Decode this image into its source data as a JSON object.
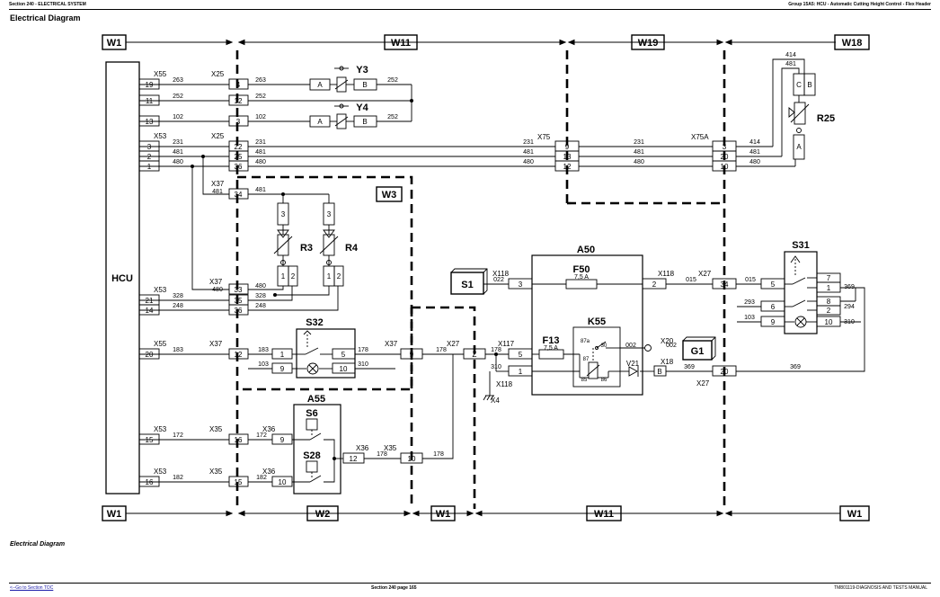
{
  "header": {
    "left": "Section 240 - ELECTRICAL SYSTEM",
    "right": "Group 15A5: HCU - Automatic Cutting Height Control - Flex Header"
  },
  "title": "Electrical Diagram",
  "caption": "Electrical Diagram",
  "footer": {
    "toc_link": "<--Go to Section TOC",
    "page": "Section 240 page 165",
    "manual": "TM801119-DIAGNOSIS AND TESTS MANUAL"
  },
  "harness_top": [
    "W1",
    "W11",
    "W19",
    "W18"
  ],
  "harness_bottom": [
    "W1",
    "W2",
    "W1",
    "W11",
    "W1"
  ],
  "harness_w3": "W3",
  "components": {
    "hcu": "HCU",
    "y3": "Y3",
    "y4": "Y4",
    "r3": "R3",
    "r4": "R4",
    "r25": "R25",
    "s32": "S32",
    "a55": "A55",
    "s6": "S6",
    "s28": "S28",
    "a50": "A50",
    "f50": "F50",
    "f50_rating": "7,5 A",
    "f13": "F13",
    "f13_rating": "7,5 A",
    "k55": "K55",
    "s1": "S1",
    "g1": "G1",
    "s31": "S31",
    "v21": "V21"
  },
  "connectors": {
    "x55_a": "X55",
    "x25_a": "X25",
    "x53_a": "X53",
    "x25_b": "X25",
    "x37_a": "X37",
    "x37_b": "X37",
    "x53_b": "X53",
    "x55_b": "X55",
    "x37_c": "X37",
    "x37_d": "X37",
    "x53_c": "X53",
    "x35_a": "X35",
    "x36_a": "X36",
    "x53_d": "X53",
    "x35_b": "X35",
    "x36_b": "X36",
    "x36_c": "X36",
    "x35_c": "X35",
    "x75": "X75",
    "x75a": "X75A",
    "x118_a": "X118",
    "x118_b": "X118",
    "x118_c": "X118",
    "x117": "X117",
    "x27_a": "X27",
    "x27_b": "X27",
    "x27_c": "X27",
    "x20": "X20",
    "x18": "X18",
    "x4": "X4"
  },
  "pins": {
    "x55_top": [
      "19",
      "11",
      "13"
    ],
    "x25_top": [
      "4",
      "12",
      "3"
    ],
    "x53_top": [
      "3",
      "2",
      "1"
    ],
    "x25_mid": [
      "22",
      "25",
      "36"
    ],
    "x37_34": "34",
    "x53_mid": [
      "21",
      "14"
    ],
    "x37_mid": [
      "33",
      "35",
      "36"
    ],
    "x55_20": "20",
    "x37_12": "12",
    "s32_pins": [
      "1",
      "9",
      "5",
      "10"
    ],
    "x37_9": "9",
    "x53_15": "15",
    "x35_16": "16",
    "x36_9": "9",
    "x53_16": "16",
    "x35_15": "15",
    "x36_10": "10",
    "x36_12": "12",
    "x35_10": "10",
    "x75_pins": [
      "9",
      "13",
      "12"
    ],
    "x75a_pins": [
      "3",
      "20",
      "10"
    ],
    "r3_pins": [
      "3",
      "1",
      "2"
    ],
    "r4_pins": [
      "3",
      "1",
      "2"
    ],
    "r25_pins": [
      "C",
      "B",
      "A"
    ],
    "y3_pins": [
      "A",
      "B"
    ],
    "y4_pins": [
      "A",
      "B"
    ],
    "x118_3": "3",
    "x118_2": "2",
    "x27_34": "34",
    "x27_z": "Z",
    "x117_5": "5",
    "x118_1": "1",
    "x18_b": "B",
    "x27_20": "20",
    "s31_left": [
      "5",
      "6",
      "9"
    ],
    "s31_right": [
      "7",
      "1",
      "8",
      "2",
      "10"
    ],
    "k55_pins": [
      "87a",
      "30",
      "87",
      "85",
      "86"
    ]
  },
  "wires": {
    "w263a": "263",
    "w263b": "263",
    "w252a": "252",
    "w252b": "252",
    "w252c": "252",
    "w252d": "252",
    "w102a": "102",
    "w102b": "102",
    "w231a": "231",
    "w231b": "231",
    "w231c": "231",
    "w231d": "231",
    "w481a": "481",
    "w481b": "481",
    "w481c": "481",
    "w481d": "481",
    "w481e": "481",
    "w481f": "481",
    "w480a": "480",
    "w480b": "480",
    "w480c": "480",
    "w480d": "480",
    "w480e": "480",
    "w480f": "480",
    "w414a": "414",
    "w414b": "414",
    "w328a": "328",
    "w328b": "328",
    "w248a": "248",
    "w248b": "248",
    "w183a": "183",
    "w183b": "183",
    "w178a": "178",
    "w178b": "178",
    "w178c": "178",
    "w178d": "178",
    "w178e": "178",
    "w103a": "103",
    "w310a": "310",
    "w172a": "172",
    "w172b": "172",
    "w182a": "182",
    "w182b": "182",
    "w022": "022",
    "w015a": "015",
    "w015b": "015",
    "w002a": "002",
    "w002b": "002",
    "w310b": "310",
    "w369a": "369",
    "w369b": "369",
    "w369c": "369",
    "w293": "293",
    "w294": "294",
    "w103b": "103",
    "w310c": "310"
  }
}
